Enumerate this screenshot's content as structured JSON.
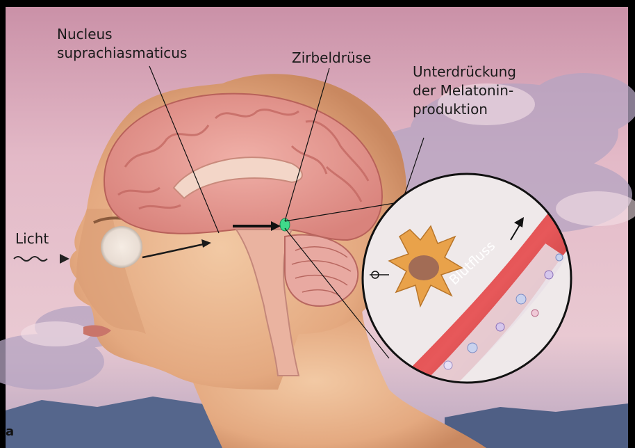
{
  "labels": {
    "nucleus_line1": "Nucleus",
    "nucleus_line2": "suprachiasmaticus",
    "pineal": "Zirbeldrüse",
    "suppression_line1": "Unterdrückung",
    "suppression_line2": "der Melatonin-",
    "suppression_line3": "produktion",
    "light": "Licht",
    "bloodflow": "Blutfluss",
    "panel": "a"
  },
  "colors": {
    "sky_top": "#d9a3b4",
    "sky_mid": "#e8c4d0",
    "cloud": "#b7a9c4",
    "skin": "#e9b48e",
    "skin_shadow": "#c9875f",
    "brain": "#e59a93",
    "brain_fold": "#c96c67",
    "pineal": "#3fd98a",
    "vessel": "#b52a2a",
    "cell": "#e9a24a",
    "mountain": "#5a6b8f"
  }
}
